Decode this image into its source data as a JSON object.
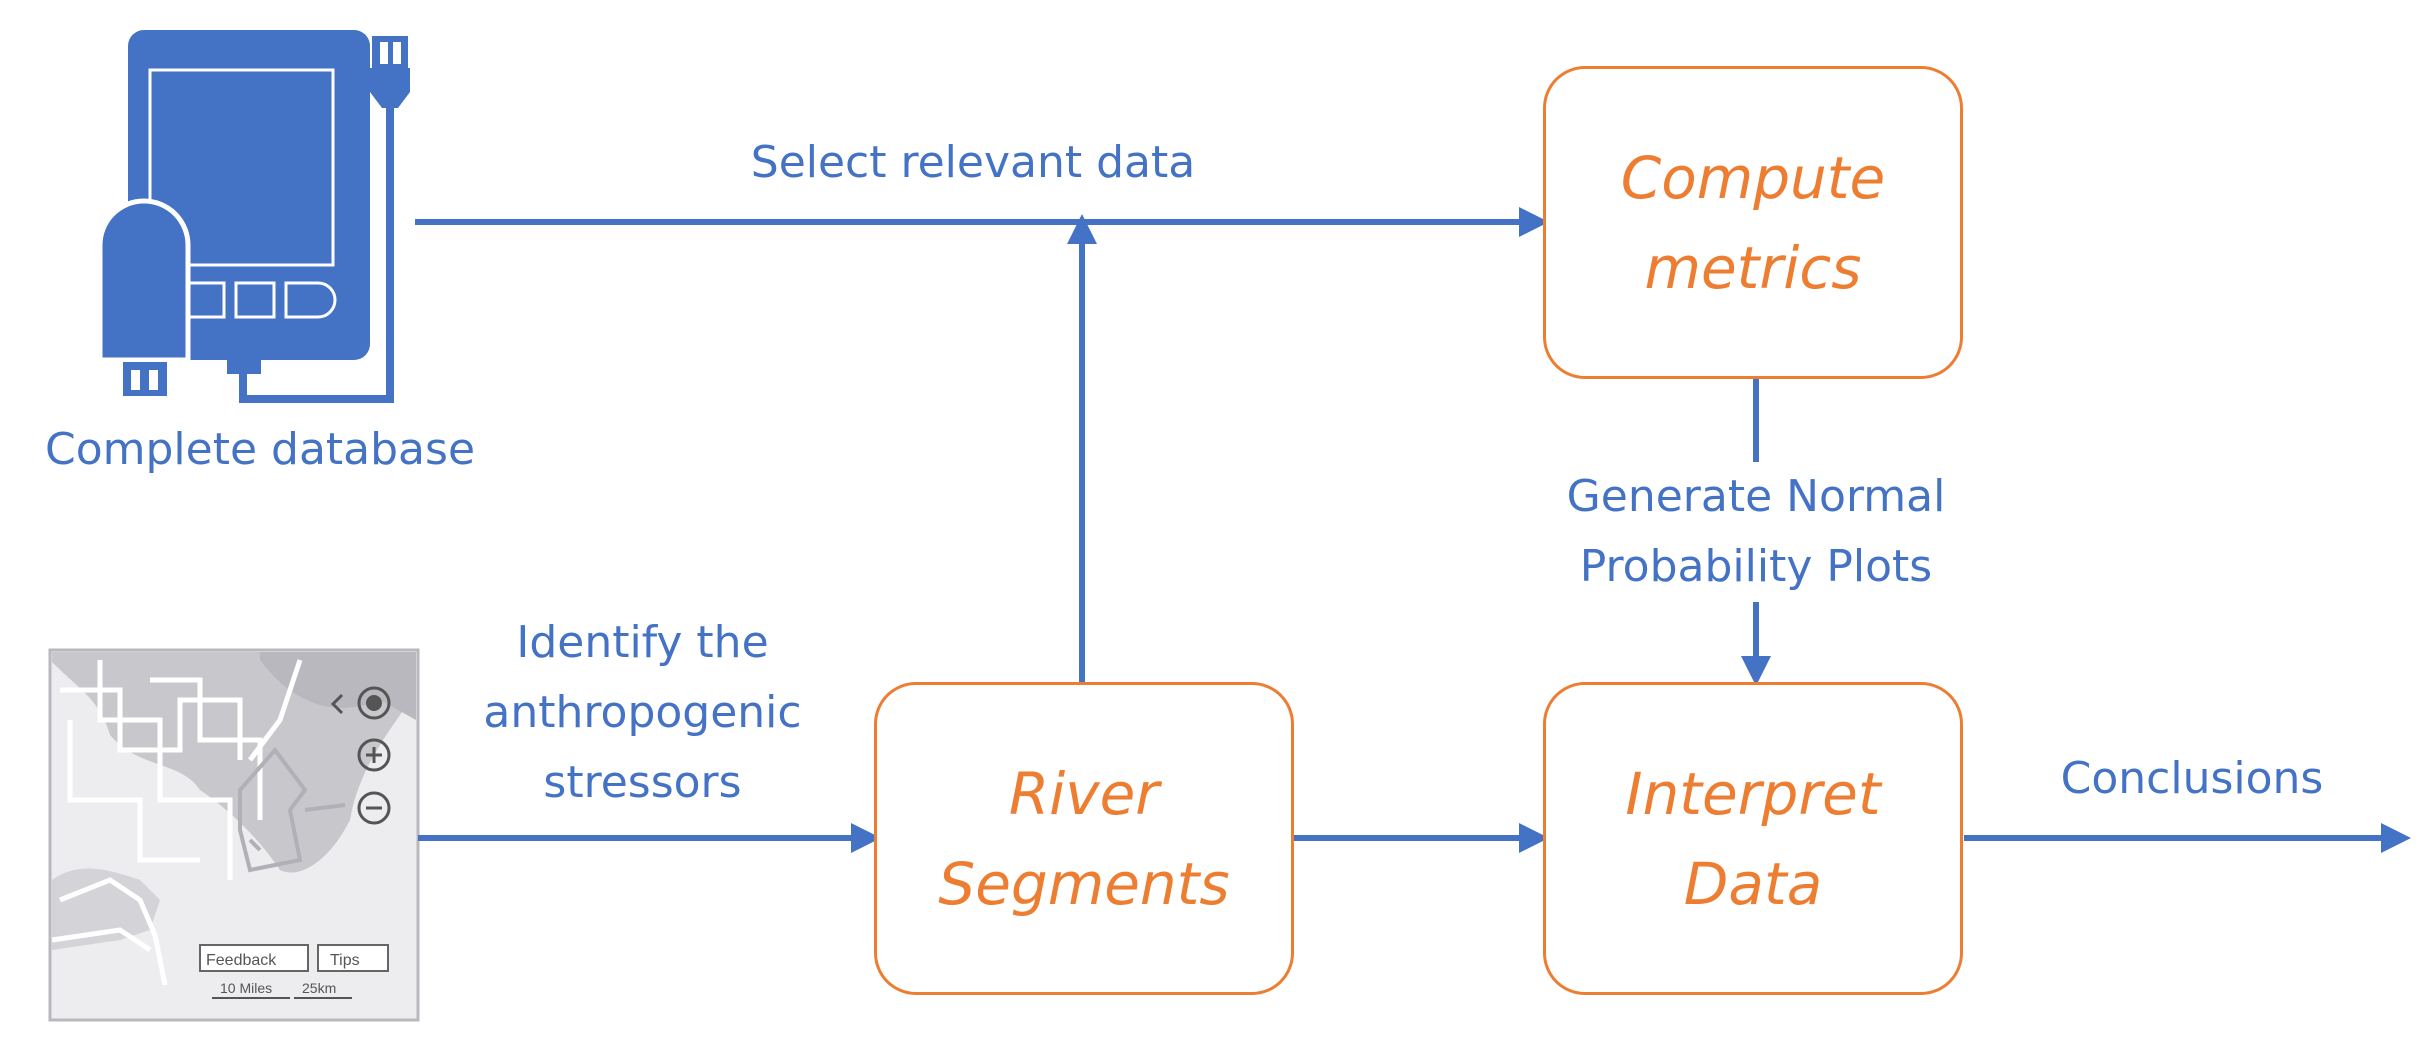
{
  "colors": {
    "accent_blue": "#4472C4",
    "accent_orange": "#ED7D31",
    "map_gray": "#C8C8CC",
    "map_bg": "#EDEDF0"
  },
  "nodes": {
    "database": {
      "label": "Complete database",
      "icon": "database-server-icon"
    },
    "map": {
      "icon": "map-icon",
      "feedback": "Feedback",
      "tips": "Tips",
      "scale_miles": "10 Miles",
      "scale_km": "25km"
    },
    "compute": {
      "line1": "Compute",
      "line2": "metrics"
    },
    "river": {
      "line1": "River",
      "line2": "Segments"
    },
    "interpret": {
      "line1": "Interpret",
      "line2": "Data"
    }
  },
  "edges": {
    "select": "Select relevant data",
    "identify": {
      "line1": "Identify the",
      "line2": "anthropogenic",
      "line3": "stressors"
    },
    "generate": {
      "line1": "Generate Normal",
      "line2": "Probability Plots"
    },
    "conclusions": "Conclusions"
  }
}
